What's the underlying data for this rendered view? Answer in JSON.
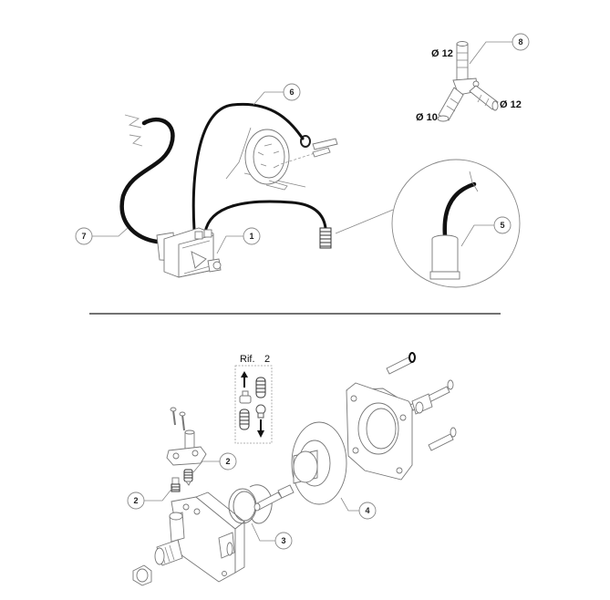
{
  "diagram": {
    "top_section": {
      "callouts": [
        {
          "id": "1",
          "label": "1"
        },
        {
          "id": "5",
          "label": "5"
        },
        {
          "id": "6",
          "label": "6"
        },
        {
          "id": "7",
          "label": "7"
        },
        {
          "id": "8",
          "label": "8"
        }
      ],
      "fitting_dimensions": {
        "top": "Ø 12",
        "right": "Ø 12",
        "left": "Ø 10"
      }
    },
    "bottom_section": {
      "callouts": [
        {
          "id": "2a",
          "label": "2"
        },
        {
          "id": "2b",
          "label": "2"
        },
        {
          "id": "3",
          "label": "3"
        },
        {
          "id": "4",
          "label": "4"
        }
      ],
      "reference_box": {
        "label": "Rif.",
        "ref_number": "2"
      }
    },
    "colors": {
      "line": "#777777",
      "hose": "#111111",
      "divider": "#444444",
      "background": "#ffffff"
    }
  }
}
